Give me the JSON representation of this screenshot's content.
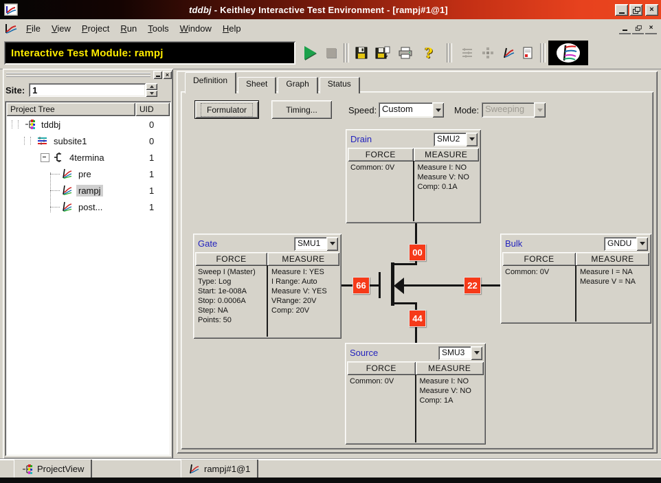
{
  "window": {
    "title_project": "tddbj",
    "title_rest": "- Keithley Interactive Test Environment - [rampj#1@1]"
  },
  "icons": {
    "minimize_glyph": "_",
    "close_glyph": "×",
    "help_glyph": "?"
  },
  "menu": {
    "items": [
      "File",
      "View",
      "Project",
      "Run",
      "Tools",
      "Window",
      "Help"
    ]
  },
  "toolbar": {
    "module_label": "Interactive Test Module: rampj"
  },
  "sidebar": {
    "site_label": "Site:",
    "site_value": "1",
    "columns": {
      "tree": "Project Tree",
      "uid": "UID"
    },
    "rows": [
      {
        "label": "tddbj",
        "uid": "0"
      },
      {
        "label": "subsite1",
        "uid": "0"
      },
      {
        "label": "4termina",
        "uid": "1"
      },
      {
        "label": "pre",
        "uid": "1"
      },
      {
        "label": "rampj",
        "uid": "1"
      },
      {
        "label": "post...",
        "uid": "1"
      }
    ],
    "bottom_tab": "ProjectView"
  },
  "main": {
    "tabs": [
      "Definition",
      "Sheet",
      "Graph",
      "Status"
    ],
    "active_tab": "Definition",
    "formulator_button": "Formulator",
    "timing_button": "Timing...",
    "speed_label": "Speed:",
    "speed_value": "Custom",
    "mode_label": "Mode:",
    "mode_value": "Sweeping",
    "headers": {
      "force": "FORCE",
      "measure": "MEASURE"
    },
    "terminals": {
      "drain": {
        "name": "Drain",
        "unit": "SMU2",
        "node": "00",
        "force": [
          "Common: 0V"
        ],
        "measure": [
          "Measure I: NO",
          "Measure V: NO",
          "Comp: 0.1A"
        ]
      },
      "gate": {
        "name": "Gate",
        "unit": "SMU1",
        "node": "66",
        "force": [
          "Sweep I (Master)",
          "Type: Log",
          "Start: 1e-008A",
          "Stop: 0.0006A",
          "Step: NA",
          "Points: 50"
        ],
        "measure": [
          "Measure I: YES",
          "I Range: Auto",
          "Measure V: YES",
          "VRange: 20V",
          "Comp: 20V"
        ]
      },
      "bulk": {
        "name": "Bulk",
        "unit": "GNDU",
        "node": "22",
        "force": [
          "Common: 0V"
        ],
        "measure": [
          "Measure I = NA",
          "Measure V = NA"
        ]
      },
      "source": {
        "name": "Source",
        "unit": "SMU3",
        "node": "44",
        "force": [
          "Common: 0V"
        ],
        "measure": [
          "Measure I: NO",
          "Measure V: NO",
          "Comp: 1A"
        ]
      }
    },
    "bottom_tab": "rampj#1@1"
  },
  "colors": {
    "titlebar_red": "#e7421e",
    "node_red": "#f63a19",
    "module_bg": "#000000",
    "module_text": "#ffec00",
    "terminal_title_blue": "#2222bd",
    "chrome_gray": "#d6d3ca"
  }
}
